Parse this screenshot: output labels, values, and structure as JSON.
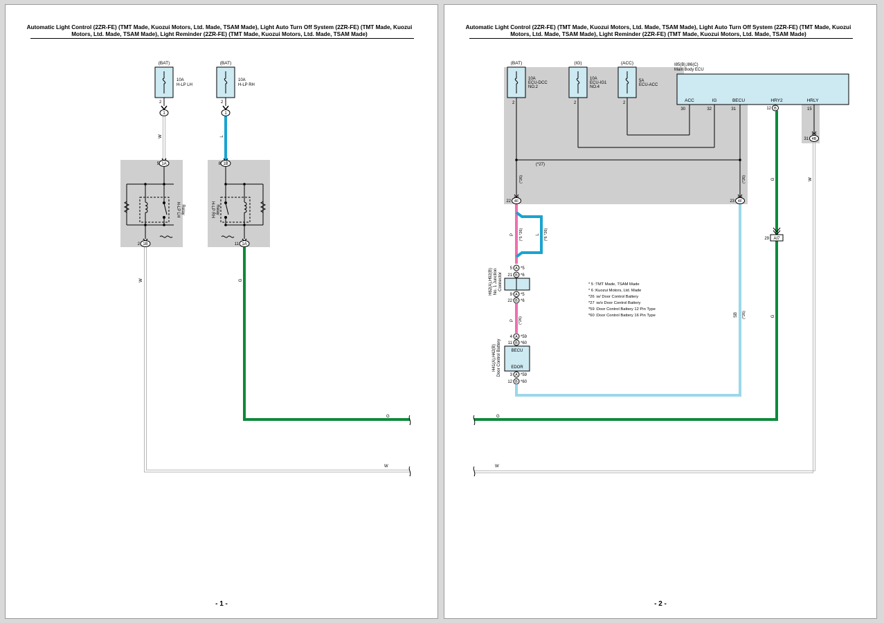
{
  "title": "Automatic Light Control (2ZR-FE) (TMT Made, Kuozui Motors, Ltd. Made, TSAM Made), Light Auto Turn Off System (2ZR-FE) (TMT Made, Kuozui Motors, Ltd. Made, TSAM Made), Light Reminder (2ZR-FE) (TMT Made, Kuozui Motors, Ltd. Made, TSAM Made)",
  "page1": {
    "number": "- 1 -",
    "fuse_lh": {
      "source": "(BAT)",
      "rating": "10A",
      "name": "H-LP LH",
      "pin": "2",
      "conn": "1"
    },
    "fuse_rh": {
      "source": "(BAT)",
      "rating": "10A",
      "name": "H-LP RH",
      "pin": "2",
      "conn": "1"
    },
    "relay_lh": {
      "name": "H-LP LH",
      "sub": "Relay",
      "in_pin": "5",
      "in_conn": "1A",
      "out_pin": "2",
      "out_conn": "1B"
    },
    "relay_rh": {
      "name": "H-LP RH",
      "sub": "Relay",
      "in_pin": "8",
      "in_conn": "1B",
      "out_pin": "11",
      "out_conn": "1A"
    },
    "wires": {
      "w1": "W",
      "l": "L",
      "w2": "W",
      "g": "G",
      "g_end": "G",
      "w_end": "W"
    }
  },
  "page2": {
    "number": "- 2 -",
    "fuse_dcc": {
      "source": "(BAT)",
      "rating": "10A",
      "name1": "ECU-DCC",
      "name2": "NO.2",
      "pin": "2"
    },
    "fuse_ig1": {
      "source": "(IG)",
      "rating": "10A",
      "name1": "ECU-IG1",
      "name2": "NO.4",
      "pin": "2"
    },
    "fuse_acc": {
      "source": "(ACC)",
      "rating": "5A",
      "name1": "ECU-ACC",
      "pin": "2"
    },
    "ecu": {
      "ref": "I85(B),I86(C)",
      "name": "Main Body ECU",
      "pins": [
        {
          "label": "ACC",
          "num": "30"
        },
        {
          "label": "IG",
          "num": "32"
        },
        {
          "label": "BECU",
          "num": "31"
        },
        {
          "label": "HRY2",
          "num": "12",
          "conn": "B"
        },
        {
          "label": "HRLY",
          "num": "15"
        }
      ]
    },
    "jb": {
      "c4f_left": "22",
      "c4f_right": "23",
      "c4f": "4F",
      "c4b_pin": "31",
      "c4b": "4B",
      "star27": "(*27)",
      "star26a": "(*26)",
      "star26b": "(*26)"
    },
    "junction": {
      "ref": "H62(A),H92(B)",
      "name": "No. 1 Junction",
      "sub": "Connector",
      "top": [
        {
          "pin": "5",
          "conn": "A",
          "note": "*5"
        },
        {
          "pin": "21",
          "conn": "B",
          "note": "*6"
        }
      ],
      "bottom": [
        {
          "pin": "9",
          "conn": "A",
          "note": "*5"
        },
        {
          "pin": "22",
          "conn": "B",
          "note": "*6"
        }
      ]
    },
    "dcb": {
      "ref": "H41(A),H42(B)",
      "name": "Door Control Battery",
      "label_top": "BECU",
      "label_bottom": "EDOR",
      "top": [
        {
          "pin": "4",
          "conn": "A",
          "note": "*59"
        },
        {
          "pin": "11",
          "conn": "B",
          "note": "*60"
        }
      ],
      "bottom": [
        {
          "pin": "3",
          "conn": "A",
          "note": "*59"
        },
        {
          "pin": "12",
          "conn": "B",
          "note": "*60"
        }
      ]
    },
    "ai7": {
      "pin": "29",
      "conn": "AI7"
    },
    "wires": {
      "p1": "P",
      "p1_note": "(*5 *26)",
      "l": "L",
      "l_note": "(*6 *26)",
      "p2": "P",
      "p2_note": "(*26)",
      "sb": "SB",
      "sb_note": "(*26)",
      "g1": "G",
      "g2": "G",
      "w": "W",
      "g_end": "G",
      "w_end": "W"
    },
    "legend": [
      "* 5 :TMT Made, TSAM Made",
      "* 6 :Kuozui Motors, Ltd. Made",
      "*26 :w/ Door Control Battery",
      "*27 :w/o Door Control Battery",
      "*59 :Door Control Battery 12 Pin Type",
      "*60 :Door Control Battery 16 Pin Type"
    ]
  },
  "colors": {
    "green": "#0e8a3a",
    "blue": "#1aa3cf",
    "sky": "#9cd7ea",
    "pink": "#ee6fae",
    "gray_box": "#cfcfcf",
    "ecu_fill": "#cde9f2",
    "white_wire": "#b5b5b5"
  }
}
